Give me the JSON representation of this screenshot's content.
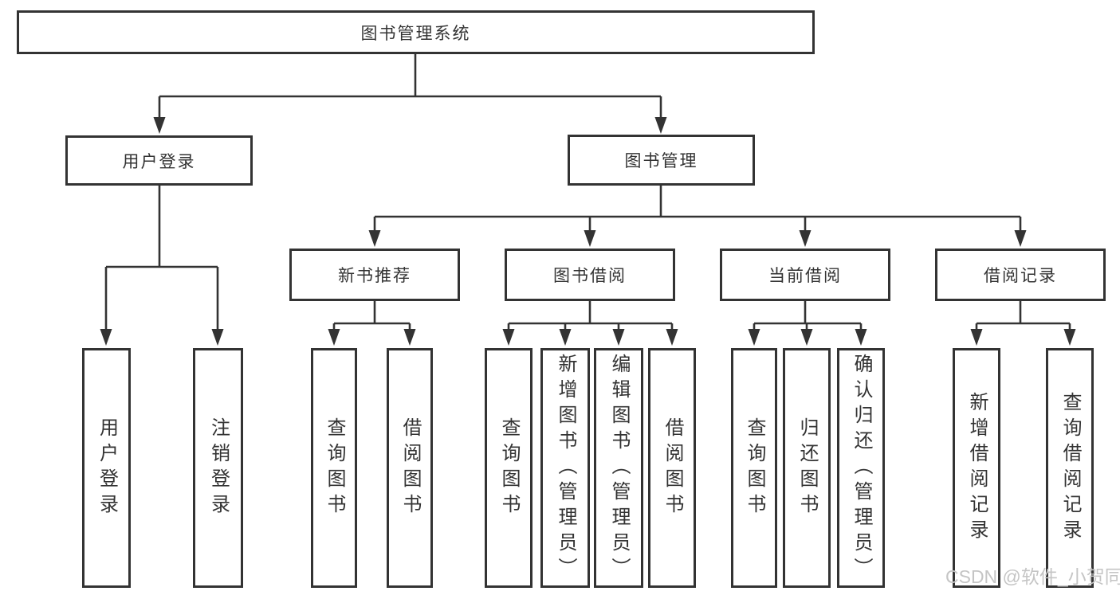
{
  "diagram": {
    "root": {
      "label": "图书管理系统"
    },
    "level2": [
      {
        "label": "用户登录"
      },
      {
        "label": "图书管理"
      }
    ],
    "level3": [
      {
        "label": "新书推荐"
      },
      {
        "label": "图书借阅"
      },
      {
        "label": "当前借阅"
      },
      {
        "label": "借阅记录"
      }
    ],
    "leaves": [
      {
        "label": "用户登录"
      },
      {
        "label": "注销登录"
      },
      {
        "label": "查询图书"
      },
      {
        "label": "借阅图书"
      },
      {
        "label": "查询图书"
      },
      {
        "label": "新增图书（管理员）"
      },
      {
        "label": "编辑图书（管理员）"
      },
      {
        "label": "借阅图书"
      },
      {
        "label": "查询图书"
      },
      {
        "label": "归还图书"
      },
      {
        "label": "确认归还（管理员）"
      },
      {
        "label": "新增借阅记录"
      },
      {
        "label": "查询借阅记录"
      }
    ],
    "line_color": "#333333",
    "watermark": "CSDN @软件_小贺同学"
  }
}
